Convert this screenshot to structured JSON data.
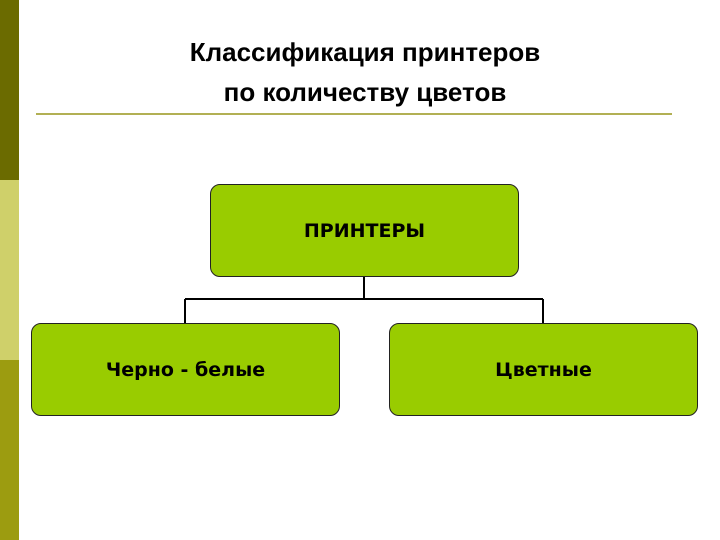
{
  "colors": {
    "sidebar_top": "#6b6b00",
    "sidebar_middle": "#cfd06a",
    "sidebar_bottom": "#9c9c10",
    "rule": "#b2b054",
    "node_fill": "#99cc00",
    "connector": "#000000"
  },
  "title": {
    "line1": "Классификация принтеров",
    "line2": "по количеству цветов"
  },
  "diagram": {
    "root": {
      "label": "ПРИНТЕРЫ"
    },
    "children": [
      {
        "label": "Черно - белые"
      },
      {
        "label": "Цветные"
      }
    ]
  }
}
